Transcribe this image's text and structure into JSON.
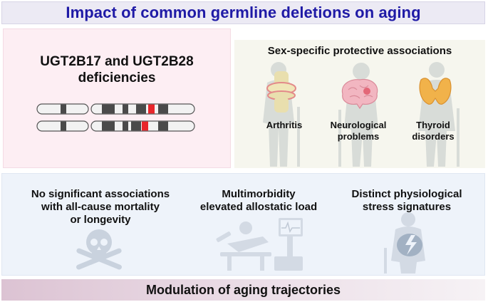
{
  "title": "Impact of common germline deletions on aging",
  "ugt_panel": {
    "title_line1": "UGT2B17 and UGT2B28",
    "title_line2": "deficiencies"
  },
  "sex_panel": {
    "heading": "Sex-specific protective associations",
    "conditions": [
      {
        "line1": "Arthritis",
        "line2": "",
        "icon": "knee-joint-icon"
      },
      {
        "line1": "Neurological",
        "line2": "problems",
        "icon": "brain-icon"
      },
      {
        "line1": "Thyroid",
        "line2": "disorders",
        "icon": "thyroid-icon"
      }
    ]
  },
  "findings": [
    {
      "lines": [
        "No significant associations",
        "with all-cause mortality",
        "or longevity"
      ],
      "icon": "skull-crossbones-icon"
    },
    {
      "lines": [
        "Multimorbidity",
        "elevated allostatic load"
      ],
      "icon": "patient-monitor-icon"
    },
    {
      "lines": [
        "Distinct physiological",
        "stress signatures"
      ],
      "icon": "stressed-person-icon"
    }
  ],
  "footer": "Modulation of aging trajectories",
  "colors": {
    "title": "#1f1aa6",
    "deletion_mark": "#e8252b",
    "chromosome_band": "#4a4a4a",
    "panel_pink": "#fdeef3",
    "panel_cream": "#f6f6ee",
    "panel_blue": "#eef3fa"
  }
}
